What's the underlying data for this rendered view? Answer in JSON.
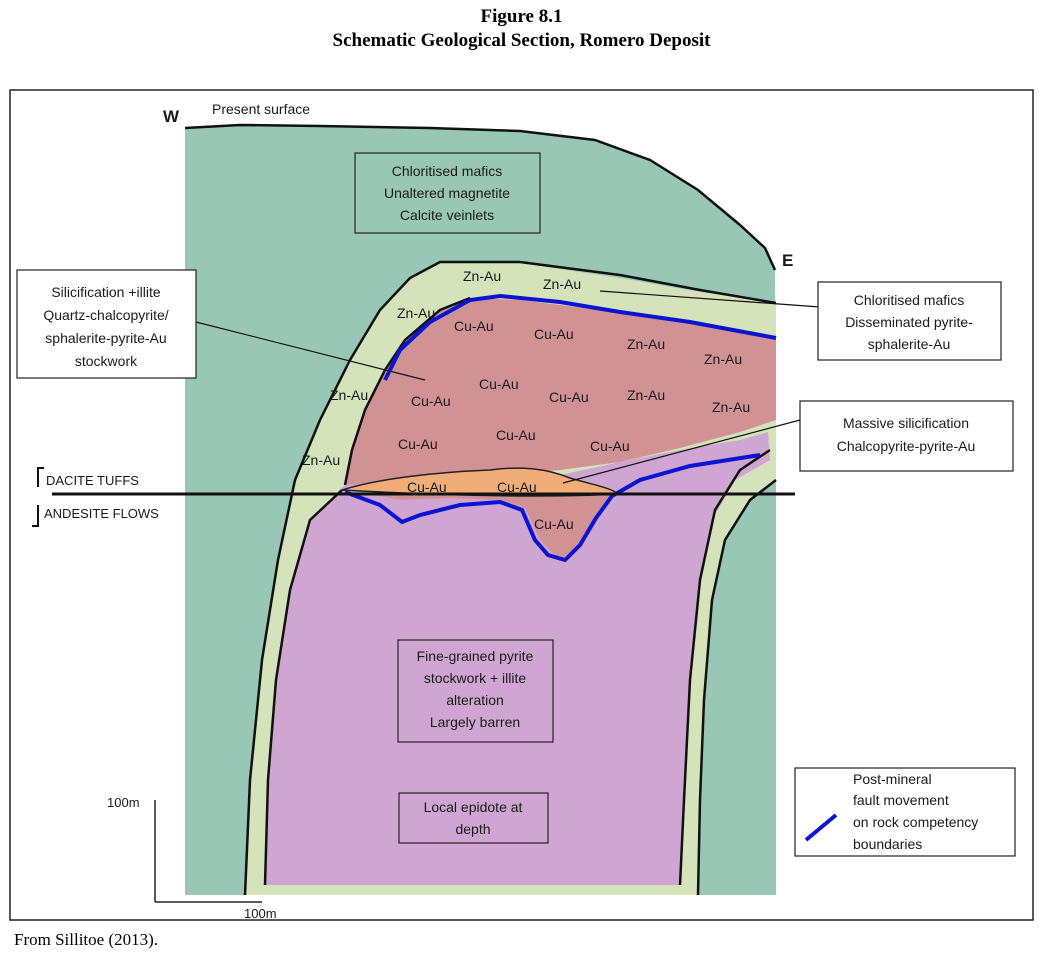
{
  "figure": {
    "number": "Figure 8.1",
    "title": "Schematic Geological Section, Romero Deposit",
    "source": "From Sillitoe (2013)."
  },
  "orientation": {
    "west": "W",
    "east": "E"
  },
  "surface_label": "Present surface",
  "contact_labels": {
    "upper": "DACITE TUFFS",
    "lower": "ANDESITE FLOWS"
  },
  "zones": {
    "chlorite_upper": [
      "Chloritised mafics",
      "Unaltered magnetite",
      "Calcite veinlets"
    ],
    "silicification": [
      "Silicification +illite",
      "Quartz-chalcopyrite/",
      "sphalerite-pyrite-Au",
      "stockwork"
    ],
    "chlorite_dissem": [
      "Chloritised mafics",
      "Disseminated pyrite-",
      "sphalerite-Au"
    ],
    "massive_silicification": [
      "Massive silicification",
      "Chalcopyrite-pyrite-Au"
    ],
    "pyrite_stockwork": [
      "Fine-grained pyrite",
      "stockwork + illite",
      "alteration",
      "Largely barren"
    ],
    "epidote": [
      "Local epidote at",
      "depth"
    ]
  },
  "ore_labels": {
    "zn": "Zn-Au",
    "cu": "Cu-Au"
  },
  "legend": {
    "lines": [
      "Post-mineral",
      "fault movement",
      "on rock competency",
      "boundaries"
    ],
    "color": "#0a14d2"
  },
  "scale": {
    "vertical": "100m",
    "horizontal": "100m"
  },
  "colors": {
    "chlorite": "#98c7b6",
    "halo": "#d4e3b9",
    "cu_zone": "#d19294",
    "lens": "#f0ad78",
    "pyrite": "#cfa6d1",
    "fault": "#0a14d2"
  }
}
